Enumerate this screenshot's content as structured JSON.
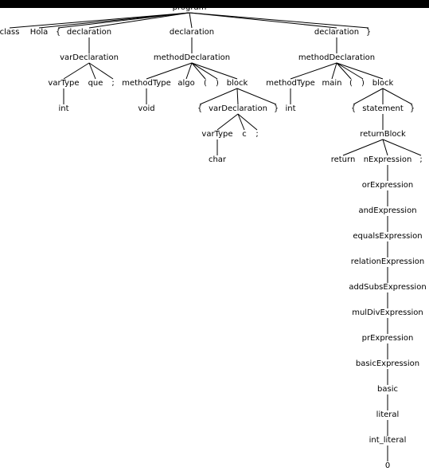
{
  "tree": {
    "nodes": {
      "program": "program",
      "class": "class",
      "hola": "Hola",
      "lbrace1": "{",
      "decl1": "declaration",
      "decl2": "declaration",
      "decl3": "declaration",
      "rbrace1": "}",
      "vardecl1": "varDeclaration",
      "vartype1": "varType",
      "que": "que",
      "semi1": ";",
      "int1": "int",
      "methoddecl1": "methodDeclaration",
      "methodtype1": "methodType",
      "algo": "algo",
      "lparen1": "(",
      "rparen1": ")",
      "block1": "block",
      "void": "void",
      "lbrace2": "{",
      "vardecl2": "varDeclaration",
      "rbrace2": "}",
      "vartype2": "varType",
      "c": "c",
      "semi2": ";",
      "char": "char",
      "methoddecl2": "methodDeclaration",
      "methodtype2": "methodType",
      "main": "main",
      "lparen2": "(",
      "rparen2": ")",
      "block2": "block",
      "int2": "int",
      "lbrace3": "{",
      "statement": "statement",
      "rbrace3": "}",
      "returnblock": "returnBlock",
      "return": "return",
      "nexpression": "nExpression",
      "semi3": ";",
      "orexpression": "orExpression",
      "andexpression": "andExpression",
      "equalsexpression": "equalsExpression",
      "relationexpression": "relationExpression",
      "addsubsexpression": "addSubsExpression",
      "muldivexpression": "mulDivExpression",
      "prexpression": "prExpression",
      "basicexpression": "basicExpression",
      "basic": "basic",
      "literal": "literal",
      "intliteral": "int_literal",
      "zero": "0"
    }
  }
}
